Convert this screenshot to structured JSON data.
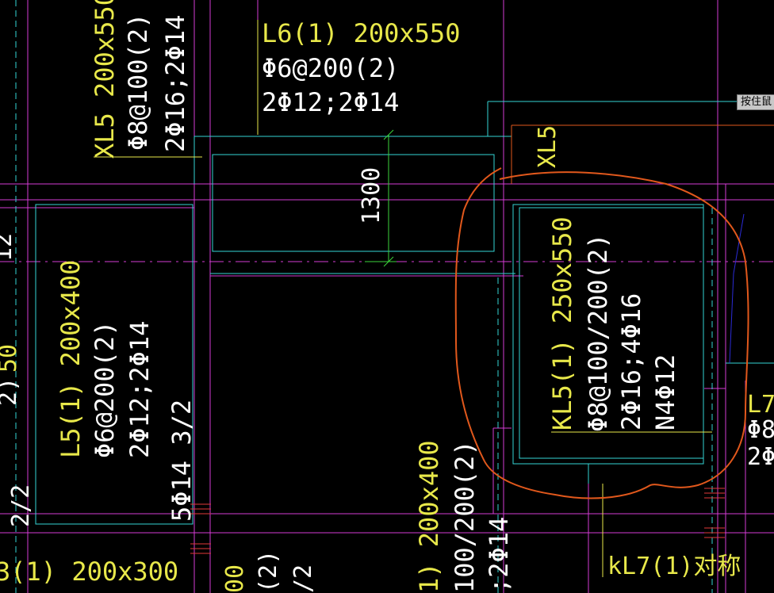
{
  "tooltip_text": "按住鼠",
  "colors": {
    "background": "#000000",
    "magenta": "#d53bd5",
    "cyan": "#35d5d5",
    "yellow": "#e8e84a",
    "white": "#ffffff",
    "green": "#3bd53b",
    "orange": "#e1581c",
    "red": "#e23a3a",
    "blue": "#2b2bd5"
  },
  "labels": {
    "xl5_top": [
      "XL5 200x550",
      "Φ8@100(2)",
      "2Φ16;2Φ14"
    ],
    "l6": [
      "L6(1) 200x550",
      "Φ6@200(2)",
      "2Φ12;2Φ14"
    ],
    "dim_1300": "1300",
    "xl5_small": "XL5",
    "l5": [
      "L5(1) 200x400",
      "Φ6@200(2)",
      "2Φ12;2Φ14"
    ],
    "five_phi": "5Φ14 3/2",
    "kl5": [
      "KL5(1) 250x550",
      "Φ8@100/200(2)",
      "2Φ16;4Φ16",
      "N4Φ12"
    ],
    "bottom_mid": [
      "1) 200x400",
      "100/200(2)",
      ";2Φ14"
    ],
    "kl7": "kL7(1)对称",
    "l3": "3(1) 200x300",
    "left_frag_a": "50",
    "left_frag_b": "2)",
    "left_frag_c": "2/2",
    "left_frag_d": "12",
    "bottom_frag_a": "00",
    "bottom_frag_b": "(2)",
    "bottom_frag_c": "/2",
    "right_frag_a": "L7",
    "right_frag_b": "Φ8",
    "right_frag_c": "2Φ"
  }
}
